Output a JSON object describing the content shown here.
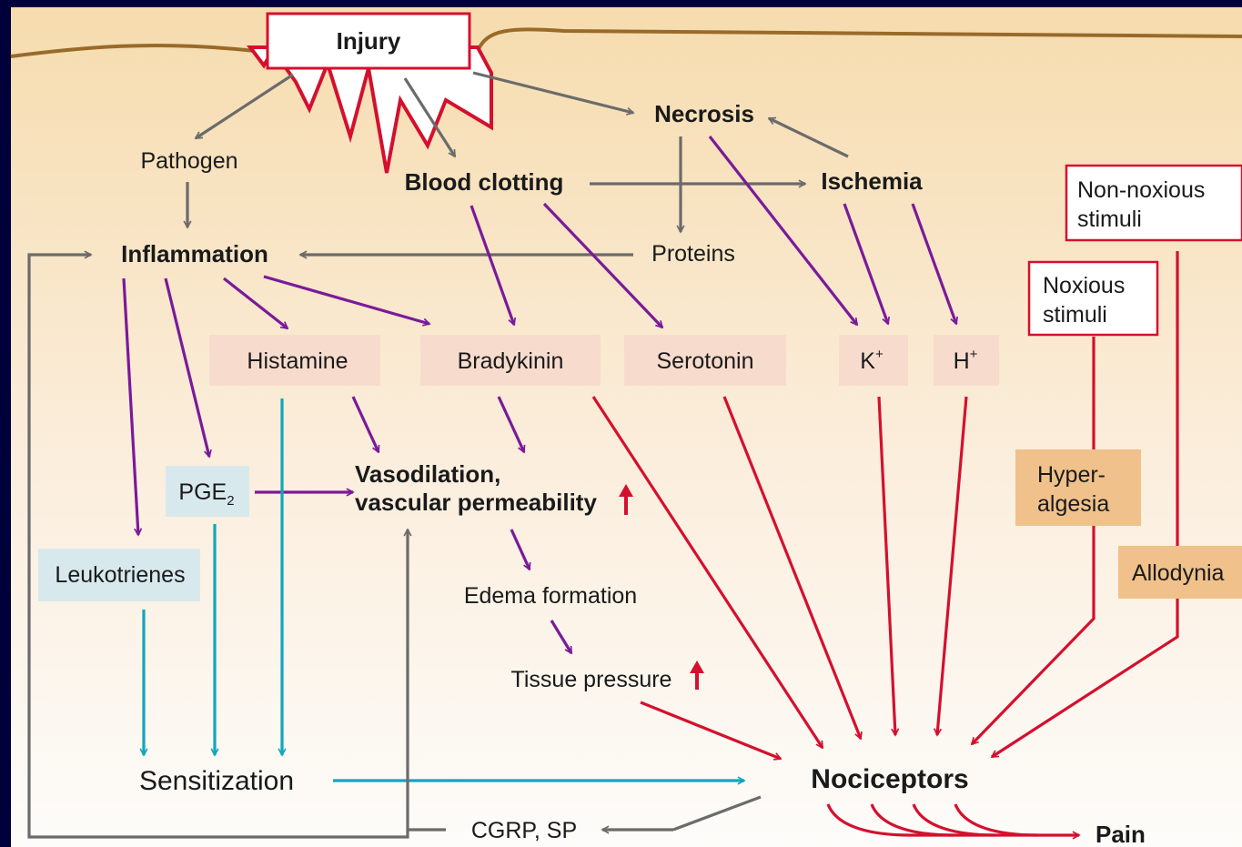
{
  "colors": {
    "frame": "#00003a",
    "skin_line": "#9a6a2a",
    "wound_outline": "#d4102e",
    "mediator_box": "#f7dccd",
    "sensitizer_box": "#d8e9ee",
    "clinical_box": "#f0c18a",
    "arrow_red": "#d4102e",
    "arrow_purple": "#7a1a9a",
    "arrow_cyan": "#10a6be",
    "arrow_gray": "#6b6b6b"
  },
  "labels": {
    "injury": "Injury",
    "pathogen": "Pathogen",
    "blood_clotting": "Blood clotting",
    "necrosis": "Necrosis",
    "ischemia": "Ischemia",
    "inflammation": "Inflammation",
    "proteins": "Proteins",
    "histamine": "Histamine",
    "bradykinin": "Bradykinin",
    "serotonin": "Serotonin",
    "k_ion": "K",
    "h_ion": "H",
    "ion_charge": "+",
    "pge": "PGE",
    "pge_subscript": "2",
    "leukotrienes": "Leukotrienes",
    "vasodilation_line1": "Vasodilation,",
    "vasodilation_line2": "vascular permeability",
    "edema": "Edema formation",
    "tissue_pressure": "Tissue pressure",
    "sensitization": "Sensitization",
    "nociceptors": "Nociceptors",
    "cgrp_sp": "CGRP, SP",
    "pain": "Pain",
    "non_noxious_line1": "Non-noxious",
    "non_noxious_line2": "stimuli",
    "noxious_line1": "Noxious",
    "noxious_line2": "stimuli",
    "hyperalgesia_line1": "Hyper-",
    "hyperalgesia_line2": "algesia",
    "allodynia": "Allodynia"
  }
}
